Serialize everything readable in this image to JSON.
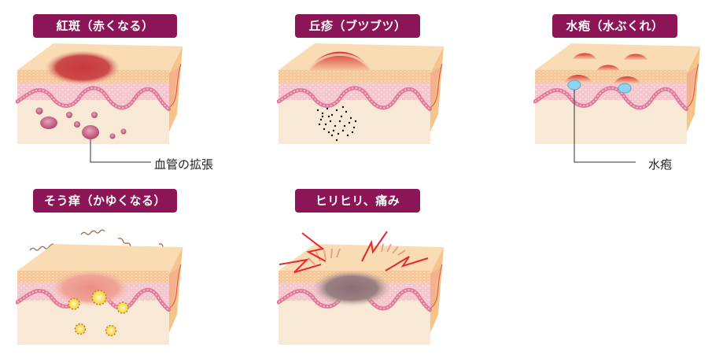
{
  "title": "Skin symptom illustrations",
  "colors": {
    "badge_bg": "#8b1557",
    "badge_text": "#ffffff",
    "skin_top": "#f9dcb4",
    "skin_front": "#f7e6d2",
    "epidermis_mesh": "#f4c89a",
    "dermis_pink": "#f6cbd2",
    "basal_cells": "#e0709a",
    "side_face": "#f4c48a",
    "erythema_red": "#c9383f",
    "vessel_pink": "#c9567c",
    "blister_blue": "#8fd3ee",
    "itch_cell_yellow": "#f8e36a",
    "itch_wave": "#a86b44",
    "pain_bolt": "#e8262b",
    "pain_spot": "#8f7378",
    "callout_line": "#333333"
  },
  "panels": [
    {
      "id": "erythema",
      "title": "紅斑（赤くなる）",
      "callout": "血管の拡張",
      "features": [
        "red-patch",
        "dilated-blood-vessels"
      ]
    },
    {
      "id": "papule",
      "title": "丘疹（ブツブツ）",
      "callout": null,
      "features": [
        "raised-bump",
        "dark-inflammatory-cells"
      ]
    },
    {
      "id": "blister",
      "title": "水疱（水ぶくれ）",
      "callout": "水疱",
      "features": [
        "bumps",
        "fluid-filled-blisters"
      ]
    },
    {
      "id": "itch",
      "title": "そう痒（かゆくなる）",
      "callout": null,
      "features": [
        "itch-squiggles",
        "pink-patch",
        "itch-cells"
      ]
    },
    {
      "id": "pain",
      "title": "ヒリヒリ、痛み",
      "callout": null,
      "features": [
        "lightning-bolts",
        "dark-patch"
      ]
    }
  ]
}
